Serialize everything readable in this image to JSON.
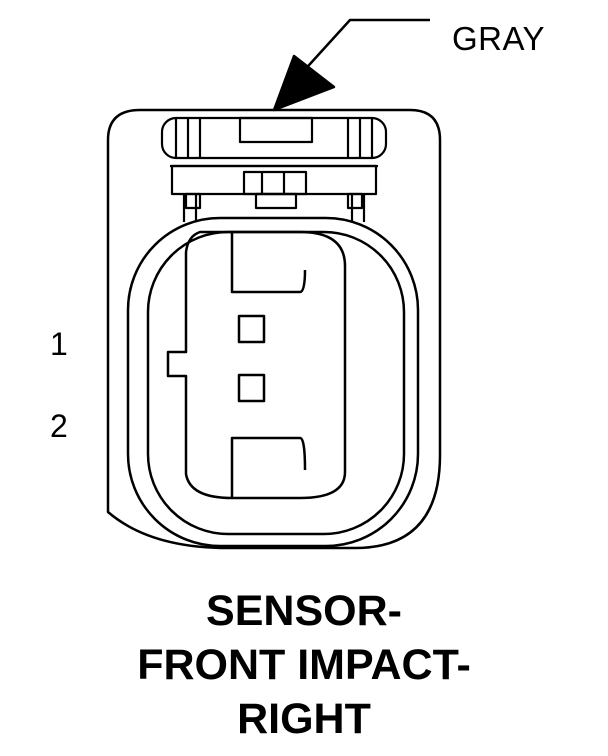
{
  "callout": {
    "color_label": "GRAY"
  },
  "pins": [
    {
      "label": "1"
    },
    {
      "label": "2"
    }
  ],
  "title": {
    "lines": [
      "SENSOR-",
      "FRONT IMPACT-",
      "RIGHT"
    ]
  }
}
